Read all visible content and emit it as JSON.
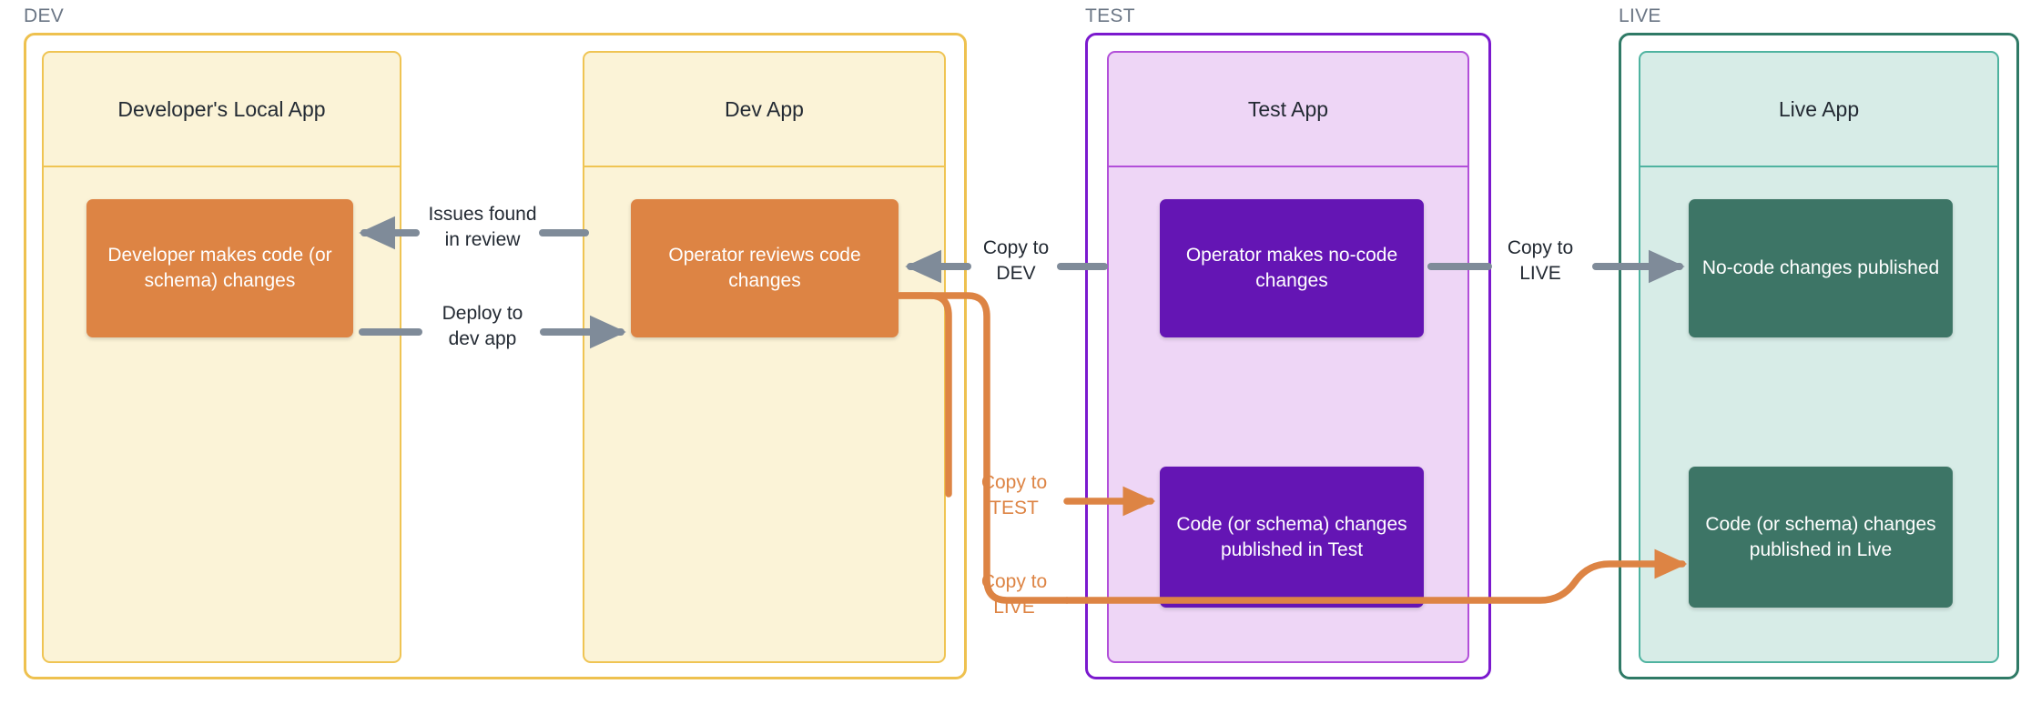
{
  "environments": [
    {
      "key": "dev",
      "label": "DEV",
      "border_color": "#eec14f",
      "apps": [
        {
          "key": "local",
          "title": "Developer's Local App",
          "node": {
            "text": "Developer makes code (or schema) changes",
            "color": "#dd8444"
          }
        },
        {
          "key": "devapp",
          "title": "Dev App",
          "node": {
            "text": "Operator reviews code changes",
            "color": "#dd8444"
          }
        }
      ]
    },
    {
      "key": "test",
      "label": "TEST",
      "border_color": "#7b19ce",
      "apps": [
        {
          "key": "testapp",
          "title": "Test App",
          "node": {
            "text": "Operator makes no-code changes",
            "color": "#6415b4"
          },
          "node2": {
            "text": "Code (or schema) changes published in Test",
            "color": "#6415b4"
          }
        }
      ]
    },
    {
      "key": "live",
      "label": "LIVE",
      "border_color": "#2f7a66",
      "apps": [
        {
          "key": "liveapp",
          "title": "Live App",
          "node": {
            "text": "No-code changes published",
            "color": "#3d7566"
          },
          "node2": {
            "text": "Code (or schema) changes published in Live",
            "color": "#3d7566"
          }
        }
      ]
    }
  ],
  "connectors": [
    {
      "key": "issues_found",
      "text": "Issues found\nin review",
      "color": "#232a33",
      "direction": "left"
    },
    {
      "key": "deploy_to_dev",
      "text": "Deploy to\ndev app",
      "color": "#232a33",
      "direction": "right"
    },
    {
      "key": "copy_to_dev",
      "text": "Copy to\nDEV",
      "color": "#232a33",
      "direction": "left"
    },
    {
      "key": "copy_to_live_nocode",
      "text": "Copy to\nLIVE",
      "color": "#232a33",
      "direction": "right"
    },
    {
      "key": "copy_to_test",
      "text": "Copy to\nTEST",
      "color": "#dd8444",
      "direction": "right"
    },
    {
      "key": "copy_to_live_code",
      "text": "Copy to\nLIVE",
      "color": "#dd8444",
      "direction": "right"
    }
  ],
  "palette": {
    "yellow_border": "#efc453",
    "yellow_fill": "#fbf3d7",
    "orange": "#dd8444",
    "purple_border": "#b24fd9",
    "purple_fill": "#eed6f6",
    "purple_dark": "#6415b4",
    "teal_border": "#4fb3a0",
    "teal_fill": "#d7ece7",
    "green_dark": "#3d7566",
    "gray_arrow": "#7f8b99",
    "env_label": "#6b7685",
    "text_dark": "#232a33"
  }
}
